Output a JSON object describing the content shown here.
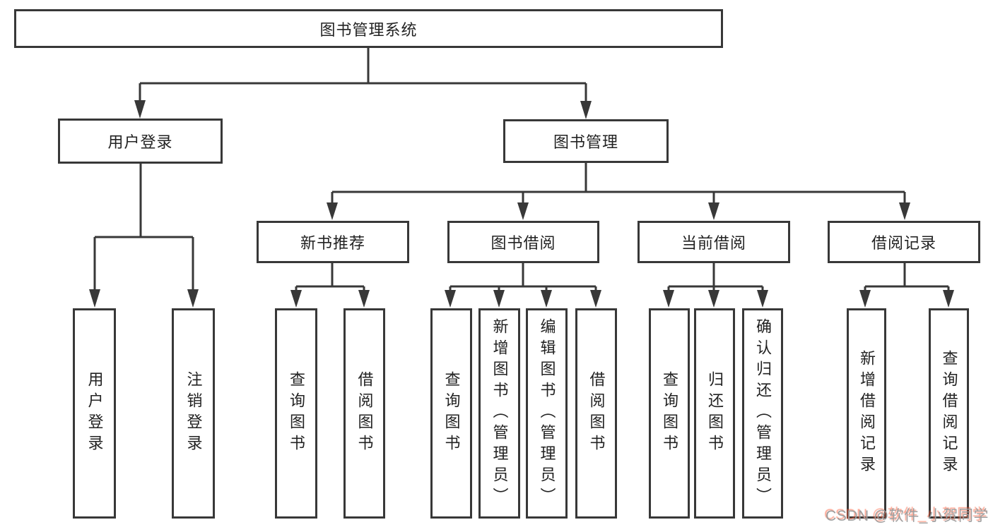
{
  "diagram": {
    "root": {
      "label": "图书管理系统"
    },
    "branches": [
      {
        "label": "用户登录",
        "children": [
          {
            "label": "用户登录"
          },
          {
            "label": "注销登录"
          }
        ]
      },
      {
        "label": "图书管理",
        "children": [
          {
            "label": "新书推荐",
            "children": [
              {
                "label": "查询图书"
              },
              {
                "label": "借阅图书"
              }
            ]
          },
          {
            "label": "图书借阅",
            "children": [
              {
                "label": "查询图书"
              },
              {
                "label": "新增图书（管理员）"
              },
              {
                "label": "编辑图书（管理员）"
              },
              {
                "label": "借阅图书"
              }
            ]
          },
          {
            "label": "当前借阅",
            "children": [
              {
                "label": "查询图书"
              },
              {
                "label": "归还图书"
              },
              {
                "label": "确认归还（管理员）"
              }
            ]
          },
          {
            "label": "借阅记录",
            "children": [
              {
                "label": "新增借阅记录"
              },
              {
                "label": "查询借阅记录"
              }
            ]
          }
        ]
      }
    ]
  },
  "watermark": {
    "text": "CSDN @软件_小贺同学"
  },
  "colors": {
    "line": "#383838",
    "box_border": "#383838",
    "text": "#222222",
    "background": "#ffffff",
    "watermark_text": "#9e9e9e",
    "watermark_shadow": "#fc5531"
  }
}
